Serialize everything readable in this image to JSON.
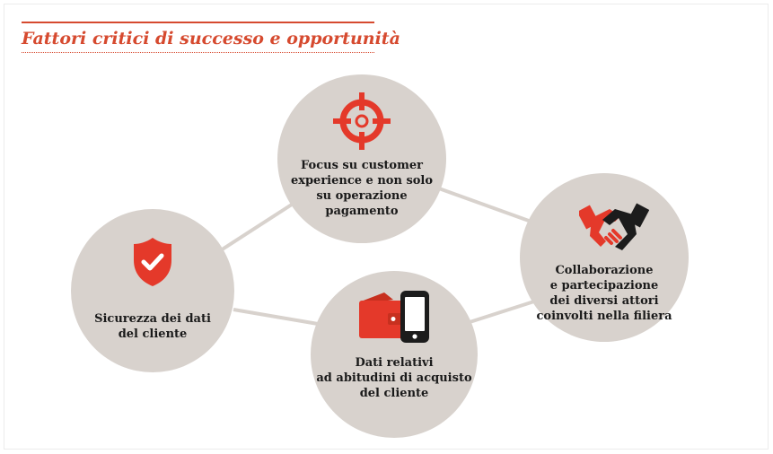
{
  "title": "Fattori critici di successo e opportunità",
  "colors": {
    "accent": "#d64a2f",
    "circle_fill": "#d8d2cd",
    "connector": "#d8d2cd",
    "text": "#1a1a1a",
    "dark_icon": "#1c1c1c"
  },
  "nodes": {
    "customer_experience": {
      "icon": "target-crosshair-icon",
      "label": "Focus su customer\nexperience e non solo\nsu operazione\npagamento"
    },
    "security": {
      "icon": "shield-check-icon",
      "label": "Sicurezza dei dati\ndel cliente"
    },
    "purchase_data": {
      "icon": "wallet-smartphone-icon",
      "label": "Dati relativi\nad abitudini di acquisto\ndel cliente"
    },
    "collaboration": {
      "icon": "handshake-icon",
      "label": "Collaborazione\ne partecipazione\ndei diversi attori\ncoinvolti nella filiera"
    }
  }
}
